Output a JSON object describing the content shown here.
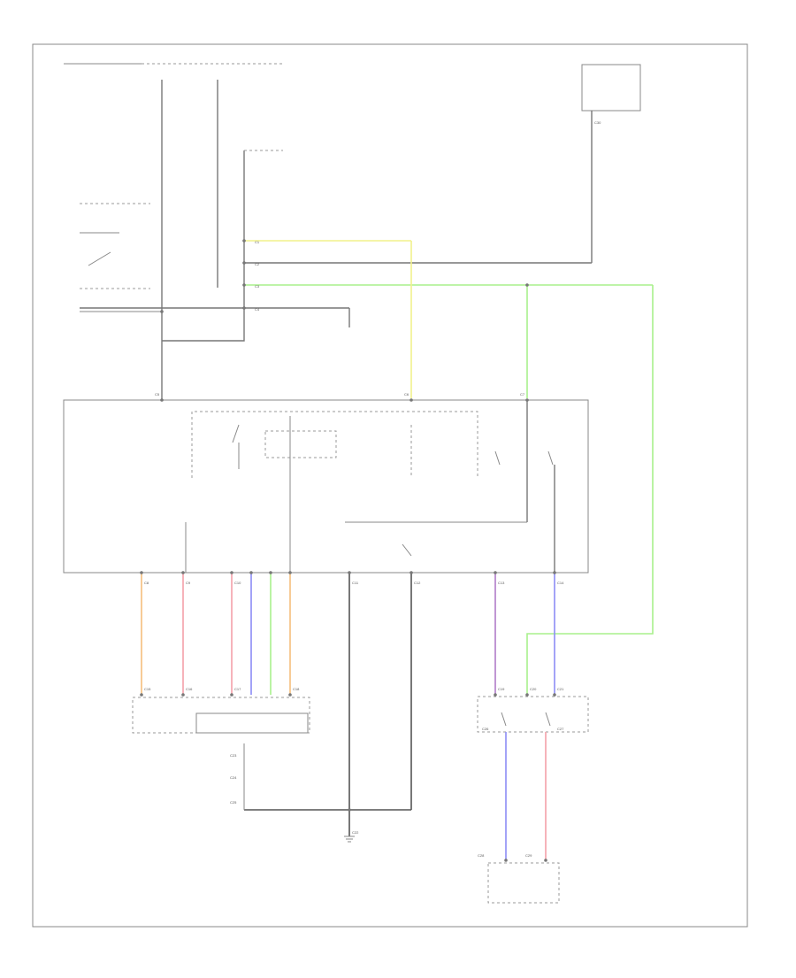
{
  "diagram": {
    "connectors": {
      "c1": "C1",
      "c2": "C2",
      "c3": "C3",
      "c4": "C4",
      "c5": "C5",
      "c6": "C6",
      "c7": "C7",
      "c8": "C8",
      "c9": "C9",
      "c10": "C10",
      "c11": "C11",
      "c12": "C12",
      "c13": "C13",
      "c14": "C14",
      "c15": "C15",
      "c16": "C16",
      "c17": "C17",
      "c18": "C18",
      "c19": "C19",
      "c20": "C20",
      "c21": "C21",
      "c22": "C22",
      "c23": "C23",
      "c24": "C24",
      "c25": "C25",
      "c26": "C26",
      "c27": "C27",
      "c28": "C28",
      "c29": "C29",
      "c30": "C30"
    },
    "wire_colors": {
      "yellow": "#f2f28c",
      "green": "#a8f08c",
      "orange": "#f5be7c",
      "pink": "#f4a0a8",
      "blue": "#8c8cf5",
      "purple": "#b07cc8",
      "grey": "#777777"
    }
  }
}
